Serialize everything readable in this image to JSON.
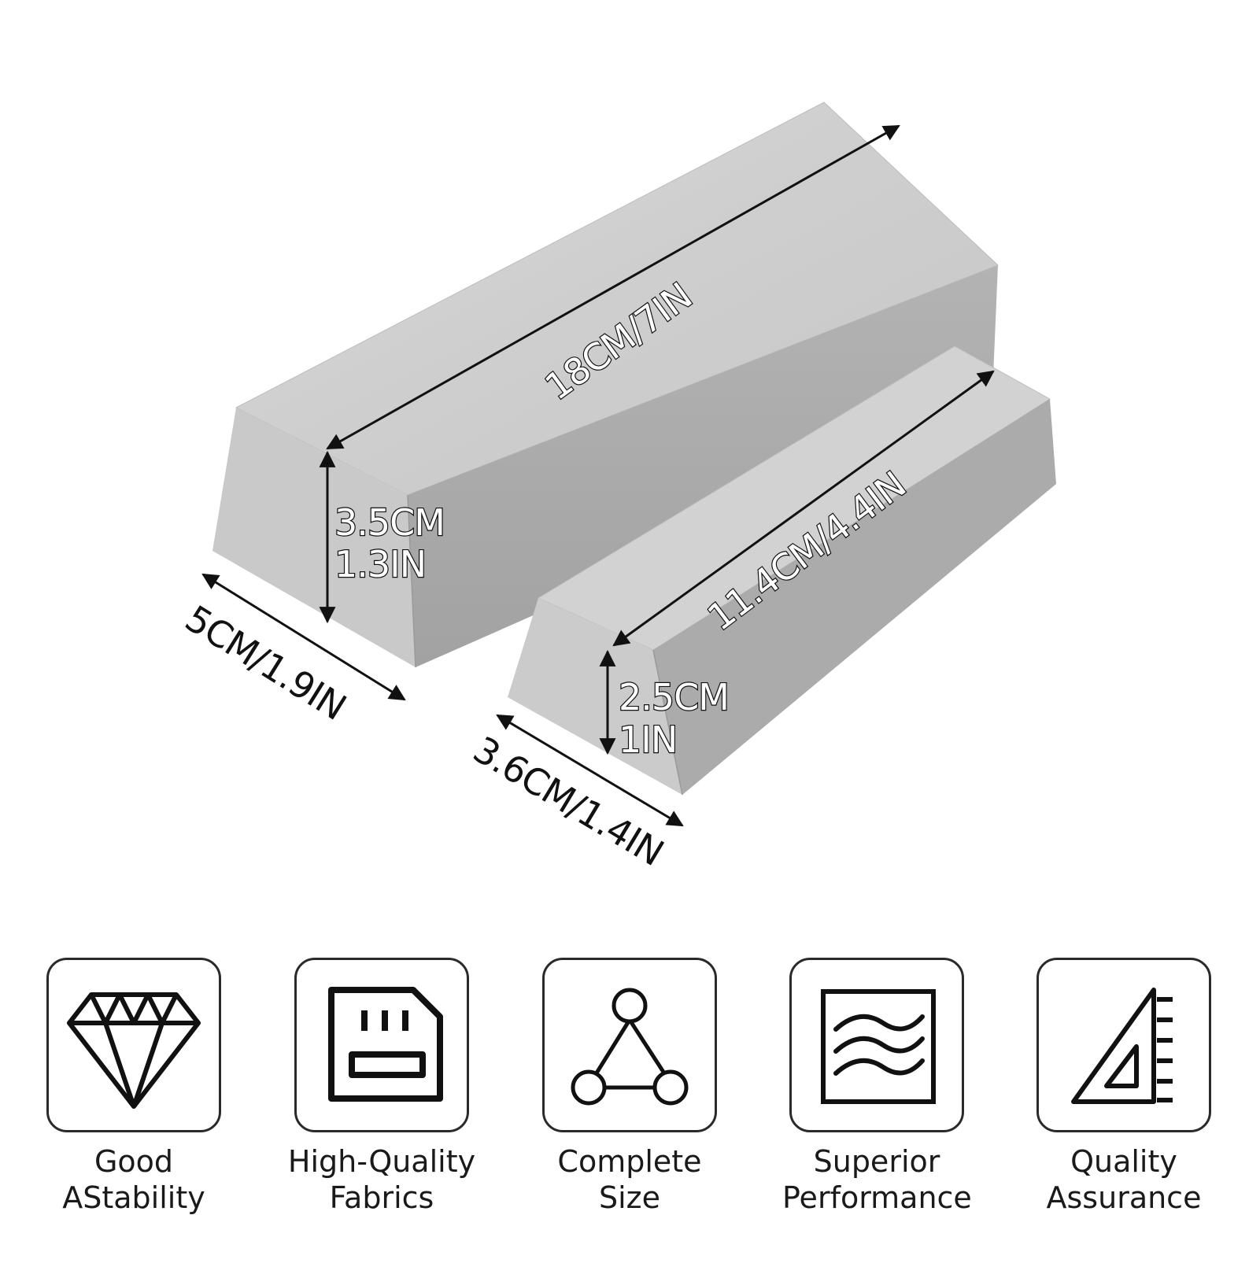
{
  "dimensions": {
    "large_length": "18CM/7IN",
    "large_height_cm": "3.5CM",
    "large_height_in": "1.3IN",
    "large_width": "5CM/1.9IN",
    "small_length": "11.4CM/4.4IN",
    "small_height_cm": "2.5CM",
    "small_height_in": "1IN",
    "small_width": "3.6CM/1.4IN"
  },
  "colors": {
    "block_top": "#cfcfcf",
    "block_front": "#a9a9a9",
    "block_side": "#bdbdbd",
    "arrow": "#111111"
  },
  "features": [
    {
      "icon": "diamond-icon",
      "line1": "Good",
      "line2": "AStability"
    },
    {
      "icon": "sd-card-icon",
      "line1": "High-Quality",
      "line2": "Fabrics"
    },
    {
      "icon": "triangle-nodes-icon",
      "line1": "Complete",
      "line2": "Size"
    },
    {
      "icon": "waves-icon",
      "line1": "Superior",
      "line2": "Performance"
    },
    {
      "icon": "set-square-ruler-icon",
      "line1": "Quality",
      "line2": "Assurance"
    }
  ]
}
